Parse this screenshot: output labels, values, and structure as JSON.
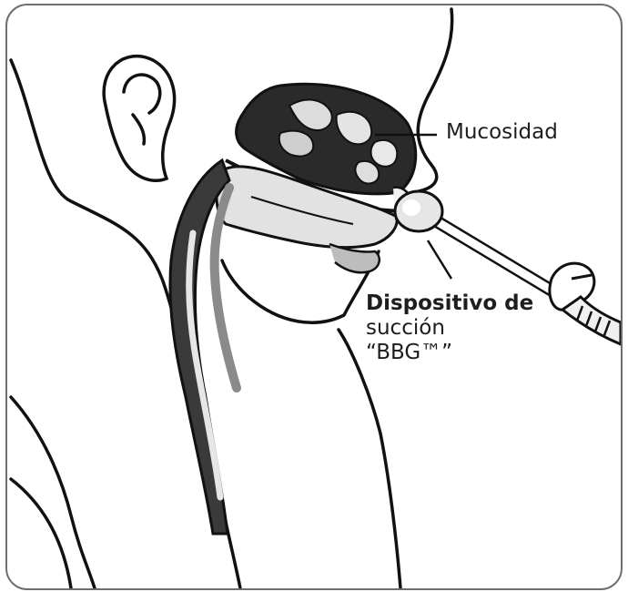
{
  "labels": {
    "mucus": "Mucosidad",
    "device_line1": "Dispositivo de",
    "device_line2": "succión",
    "device_line3": "“BBG™”"
  },
  "colors": {
    "frame": "#6e6e6e",
    "line": "#111111",
    "cavity_dark": "#2a2a2a",
    "tissue_gray": "#9a9a9a",
    "mucus_light": "#e4e4e4"
  }
}
